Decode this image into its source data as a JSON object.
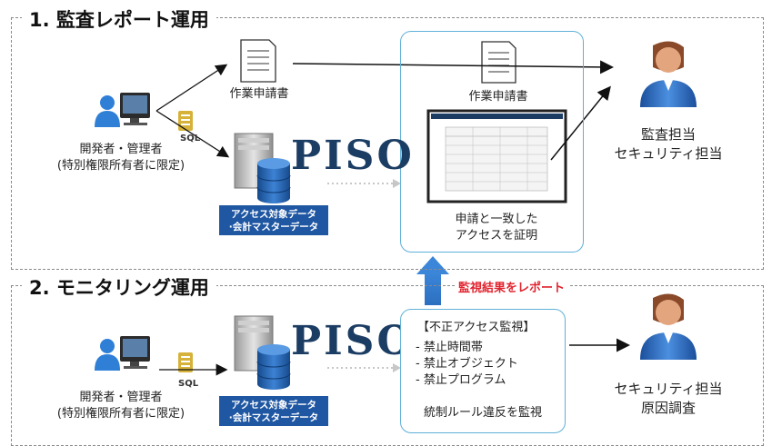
{
  "section1": {
    "title": "1. 監査レポート運用",
    "user_label_1": "開発者・管理者",
    "user_label_2": "(特別権限所有者に限定)",
    "sql_label": "SQL",
    "doc_label_left": "作業申請書",
    "doc_label_center": "作業申請書",
    "piso_logo": "PISO",
    "db_label_1": "アクセス対象データ",
    "db_label_2": "·会計マスターデータ",
    "proof_line1": "申請と一致した",
    "proof_line2": "アクセスを証明",
    "auditor_line1": "監査担当",
    "auditor_line2": "セキュリティ担当"
  },
  "section2": {
    "title": "2. モニタリング運用",
    "report_arrow_label": "監視結果をレポート",
    "user_label_1": "開発者・管理者",
    "user_label_2": "(特別権限所有者に限定)",
    "sql_label": "SQL",
    "piso_logo": "PISO",
    "db_label_1": "アクセス対象データ",
    "db_label_2": "·会計マスターデータ",
    "monitor_title": "【不正アクセス監視】",
    "monitor_items": [
      "- 禁止時間帯",
      "- 禁止オブジェクト",
      "- 禁止プログラム"
    ],
    "monitor_footer": "統制ルール違反を監視",
    "security_line1": "セキュリティ担当",
    "security_line2": "原因調査"
  },
  "colors": {
    "accent_blue": "#2a6fbf",
    "frame_blue": "#5fb0d8",
    "navy_box": "#1f57a3",
    "logo_navy": "#1c3d63",
    "alert_red": "#e0242f"
  },
  "icons": [
    "user-computer-icon",
    "sql-script-icon",
    "document-icon",
    "server-database-icon",
    "report-screenshot",
    "person-icon"
  ]
}
